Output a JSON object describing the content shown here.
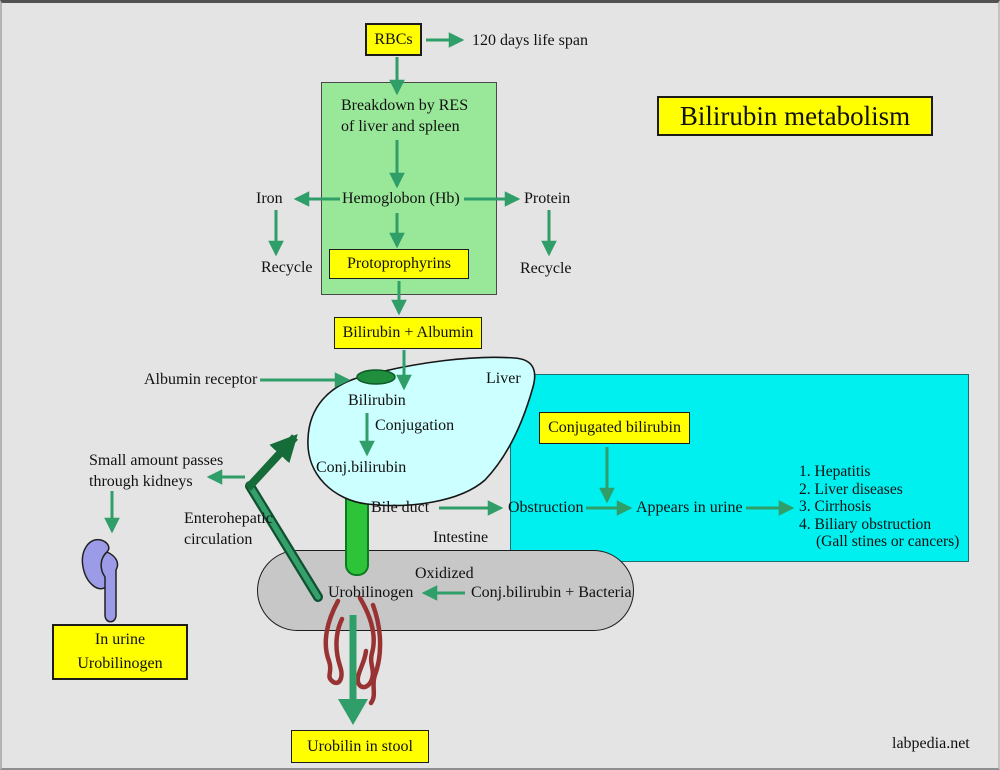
{
  "title": "Bilirubin metabolism",
  "watermark": "labpedia.net",
  "colors": {
    "background": "#e4e4e4",
    "arrow_green": "#2f9e68",
    "dark_green": "#156c38",
    "panel_green": "#99e899",
    "panel_cyan": "#00efef",
    "highlight_yellow": "#ffff00",
    "liver_fill": "#ccffff",
    "capsule_gray": "#c7c7c7",
    "bile_duct_green": "#2ec43a",
    "kidney_purple": "#9b9be8",
    "intestine_red": "#993333"
  },
  "nodes": {
    "rbcs": "RBCs",
    "lifespan": "120 days life span",
    "breakdown_line1": "Breakdown by RES",
    "breakdown_line2": "of liver and spleen",
    "hemoglobin": "Hemoglobon (Hb)",
    "iron": "Iron",
    "protein": "Protein",
    "recycle_left": "Recycle",
    "recycle_right": "Recycle",
    "protoporphyrins": "Protoprophyrins",
    "bilirubin_albumin": "Bilirubin + Albumin",
    "albumin_receptor": "Albumin receptor",
    "liver": "Liver",
    "bilirubin": "Bilirubin",
    "conjugation": "Conjugation",
    "conj_bilirubin": "Conj.bilirubin",
    "conjugated_bilirubin": "Conjugated bilirubin",
    "bile_duct": "Bile duct",
    "intestine": "Intestine",
    "obstruction": "Obstruction",
    "appears_in_urine": "Appears in urine",
    "causes": [
      "1. Hepatitis",
      "2. Liver diseases",
      "3. Cirrhosis",
      "4. Biliary obstruction",
      "(Gall stines or cancers)"
    ],
    "oxidized": "Oxidized",
    "urobilinogen": "Urobilinogen",
    "conj_bilirubin_bacteria": "Conj.bilirubin + Bacteria",
    "enterohepatic_line1": "Enterohepatic",
    "enterohepatic_line2": "circulation",
    "small_amount_line1": "Small amount passes",
    "small_amount_line2": "through kidneys",
    "in_urine_line1": "In urine",
    "in_urine_line2": "Urobilinogen",
    "urobilin_stool": "Urobilin in stool"
  }
}
